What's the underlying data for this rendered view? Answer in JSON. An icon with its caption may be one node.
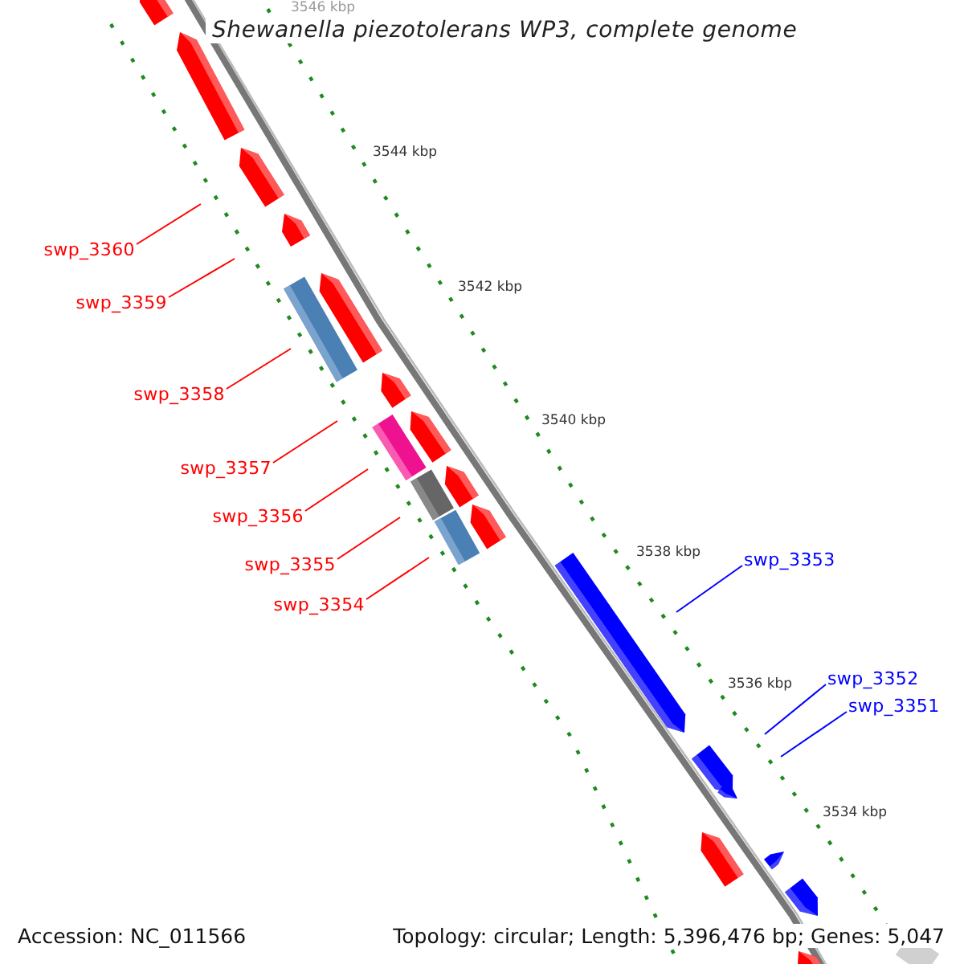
{
  "diagram": {
    "title": "Shewanella piezotolerans WP3, complete genome",
    "nodes": [
      {
        "text": [
          "swp_3360"
        ]
      },
      {
        "text": [
          "swp_3359"
        ]
      },
      {
        "text": [
          "swp_3358"
        ]
      },
      {
        "text": [
          "swp_3357"
        ]
      },
      {
        "text": [
          "swp_3356"
        ]
      },
      {
        "text": [
          "swp_3355"
        ]
      },
      {
        "text": [
          "swp_3354"
        ]
      },
      {
        "text": [
          "swp_3353"
        ]
      },
      {
        "text": [
          "swp_3352"
        ]
      },
      {
        "text": [
          "swp_3351"
        ]
      }
    ],
    "edges": [
      {
        "from": 0,
        "to": null,
        "arrow": "none"
      },
      {
        "from": 1,
        "to": null,
        "arrow": "none"
      },
      {
        "from": 2,
        "to": null,
        "arrow": "none"
      },
      {
        "from": 3,
        "to": null,
        "arrow": "none"
      },
      {
        "from": 4,
        "to": null,
        "arrow": "none"
      },
      {
        "from": 5,
        "to": null,
        "arrow": "none"
      },
      {
        "from": 6,
        "to": null,
        "arrow": "none"
      },
      {
        "from": 7,
        "to": null,
        "arrow": "none",
        "color": "#0000ff"
      },
      {
        "from": 8,
        "to": null,
        "arrow": "none",
        "color": "#0000ff"
      },
      {
        "from": 9,
        "to": null,
        "arrow": "none",
        "color": "#0000ff"
      }
    ],
    "labels": [
      "3546 kbp",
      "3544 kbp",
      "3542 kbp",
      "3540 kbp",
      "3538 kbp",
      "3536 kbp",
      "3534 kbp",
      "Accession: NC_011566",
      "Topology: circular; Length: 5,396,476 bp; Genes: 5,047"
    ]
  }
}
